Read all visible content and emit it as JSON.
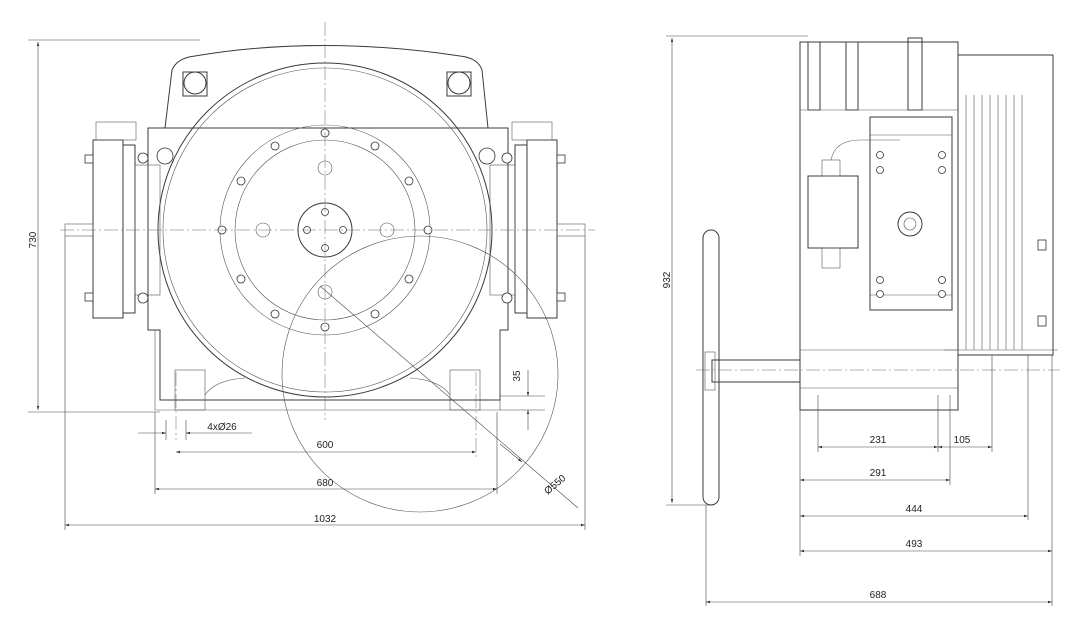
{
  "front_view": {
    "dimensions": {
      "overall_height": "730",
      "overall_width": "1032",
      "foot_span_outer": "680",
      "foot_span_inner": "600",
      "holes": "4xØ26",
      "foot_height": "35",
      "sheave_diameter": "Ø550"
    }
  },
  "side_view": {
    "dimensions": {
      "overall_height": "932",
      "d231": "231",
      "d105": "105",
      "d291": "291",
      "d444": "444",
      "d493": "493",
      "d688": "688"
    }
  }
}
